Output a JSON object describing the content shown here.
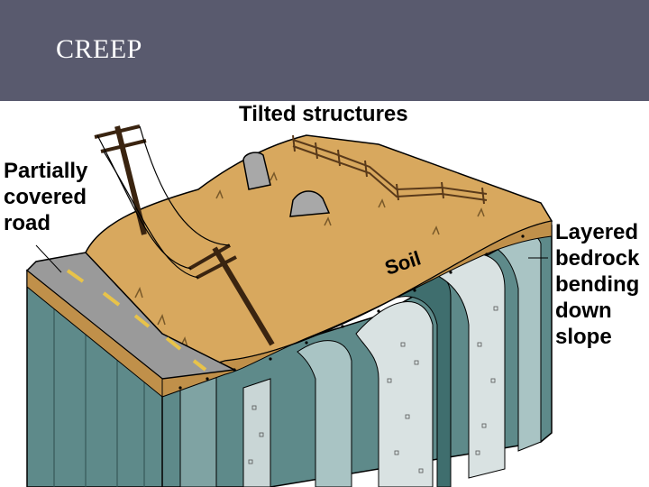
{
  "slide": {
    "title": "CREEP"
  },
  "labels": {
    "tilted_structures": "Tilted structures",
    "partially_covered_road": "Partially\ncovered\nroad",
    "layered_bedrock": "Layered\nbedrock\nbending\ndown\nslope",
    "soil": "Soil"
  },
  "colors": {
    "header_bg": "#595a6e",
    "soil": "#d8a85e",
    "bedrock_teal": "#5e8a8a",
    "bedrock_light": "#a9c4c4",
    "road": "#9a9a9a",
    "road_stripe": "#e8c34a"
  }
}
